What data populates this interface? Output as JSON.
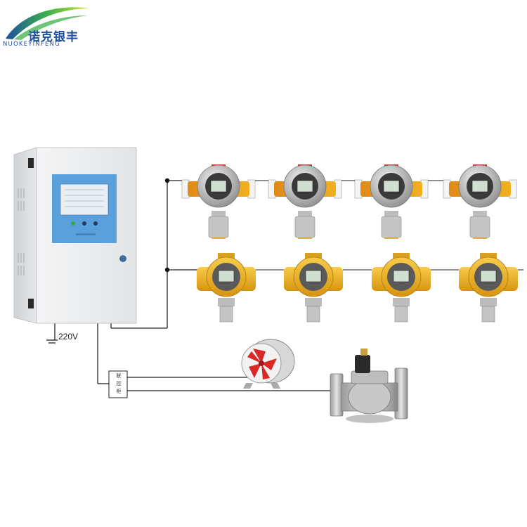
{
  "logo": {
    "chinese_name": "诺克银丰",
    "english_name": "NUOKEYINFENG"
  },
  "controller": {
    "power_label": "220V"
  },
  "relay": {
    "label_chars": [
      "联",
      "控",
      "柜"
    ]
  },
  "detectors": {
    "top_row_count": 4,
    "bottom_row_count": 4
  },
  "colors": {
    "wire": "#222222",
    "detector_body_yellow": "#f0b020",
    "detector_gray": "#b8b8b8",
    "panel_screen_blue": "#5aa0dc",
    "fan_red": "#d82828",
    "logo_blue": "#1d4fa0",
    "logo_green": "#3db24a"
  }
}
